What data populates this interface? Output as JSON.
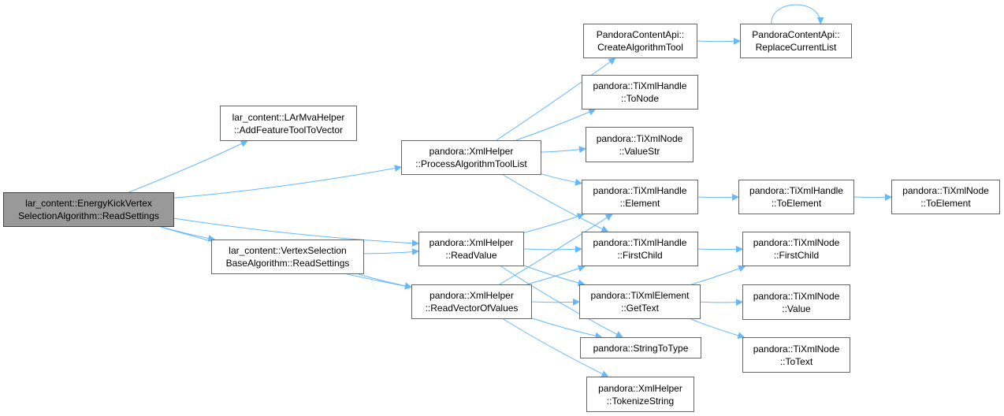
{
  "diagram": {
    "type": "call-graph",
    "colors": {
      "edge": "#63b8ff",
      "node_border": "#666666",
      "root_fill": "#999999"
    },
    "nodes": [
      {
        "id": "root",
        "lines": [
          "lar_content::EnergyKickVertex",
          "SelectionAlgorithm::ReadSettings"
        ],
        "root": true
      },
      {
        "id": "lamva",
        "lines": [
          "lar_content::LArMvaHelper",
          "::AddFeatureToolToVector"
        ]
      },
      {
        "id": "vsb",
        "lines": [
          "lar_content::VertexSelection",
          "BaseAlgorithm::ReadSettings"
        ]
      },
      {
        "id": "patl",
        "lines": [
          "pandora::XmlHelper",
          "::ProcessAlgorithmToolList"
        ]
      },
      {
        "id": "rv",
        "lines": [
          "pandora::XmlHelper",
          "::ReadValue"
        ]
      },
      {
        "id": "rvv",
        "lines": [
          "pandora::XmlHelper",
          "::ReadVectorOfValues"
        ]
      },
      {
        "id": "cat",
        "lines": [
          "PandoraContentApi::",
          "CreateAlgorithmTool"
        ]
      },
      {
        "id": "rcl",
        "lines": [
          "PandoraContentApi::",
          "ReplaceCurrentList"
        ]
      },
      {
        "id": "tonode",
        "lines": [
          "pandora::TiXmlHandle",
          "::ToNode"
        ]
      },
      {
        "id": "valstr",
        "lines": [
          "pandora::TiXmlNode",
          "::ValueStr"
        ]
      },
      {
        "id": "elem",
        "lines": [
          "pandora::TiXmlHandle",
          "::Element"
        ]
      },
      {
        "id": "hte",
        "lines": [
          "pandora::TiXmlHandle",
          "::ToElement"
        ]
      },
      {
        "id": "nte",
        "lines": [
          "pandora::TiXmlNode",
          "::ToElement"
        ]
      },
      {
        "id": "fch",
        "lines": [
          "pandora::TiXmlHandle",
          "::FirstChild"
        ]
      },
      {
        "id": "nfc",
        "lines": [
          "pandora::TiXmlNode",
          "::FirstChild"
        ]
      },
      {
        "id": "gtext",
        "lines": [
          "pandora::TiXmlElement",
          "::GetText"
        ]
      },
      {
        "id": "nval",
        "lines": [
          "pandora::TiXmlNode",
          "::Value"
        ]
      },
      {
        "id": "stt",
        "lines": [
          "pandora::StringToType"
        ]
      },
      {
        "id": "ntt",
        "lines": [
          "pandora::TiXmlNode",
          "::ToText"
        ]
      },
      {
        "id": "tok",
        "lines": [
          "pandora::XmlHelper",
          "::TokenizeString"
        ]
      }
    ],
    "edges": [
      [
        "root",
        "lamva"
      ],
      [
        "root",
        "patl"
      ],
      [
        "root",
        "rv"
      ],
      [
        "root",
        "vsb"
      ],
      [
        "root",
        "rvv"
      ],
      [
        "vsb",
        "rv"
      ],
      [
        "vsb",
        "rvv"
      ],
      [
        "patl",
        "cat"
      ],
      [
        "patl",
        "tonode"
      ],
      [
        "patl",
        "valstr"
      ],
      [
        "patl",
        "elem"
      ],
      [
        "patl",
        "fch"
      ],
      [
        "cat",
        "rcl"
      ],
      [
        "rcl",
        "rcl"
      ],
      [
        "rv",
        "elem"
      ],
      [
        "rv",
        "fch"
      ],
      [
        "rv",
        "gtext"
      ],
      [
        "rv",
        "stt"
      ],
      [
        "rvv",
        "elem"
      ],
      [
        "rvv",
        "fch"
      ],
      [
        "rvv",
        "gtext"
      ],
      [
        "rvv",
        "stt"
      ],
      [
        "rvv",
        "tok"
      ],
      [
        "elem",
        "hte"
      ],
      [
        "hte",
        "nte"
      ],
      [
        "fch",
        "nfc"
      ],
      [
        "gtext",
        "nfc"
      ],
      [
        "gtext",
        "nval"
      ],
      [
        "gtext",
        "ntt"
      ]
    ]
  }
}
